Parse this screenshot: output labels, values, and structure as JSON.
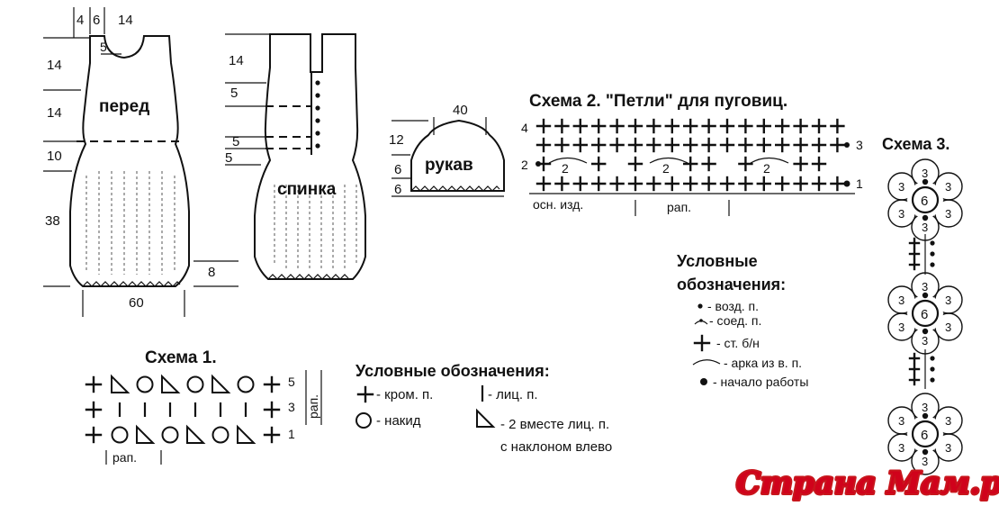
{
  "garments": {
    "front": {
      "label": "перед",
      "top_dims": [
        "4",
        "6",
        "14"
      ],
      "neck_dim": "5",
      "side_dims": [
        "14",
        "14",
        "10",
        "38"
      ],
      "bottom_width": "60",
      "hem_height": "8"
    },
    "back": {
      "label": "спинка",
      "side_dims": [
        "14",
        "5",
        "5",
        "5"
      ]
    },
    "sleeve": {
      "label": "рукав",
      "top_width": "40",
      "side_dims": [
        "12",
        "6",
        "6"
      ]
    }
  },
  "scheme1": {
    "title": "Схема 1.",
    "row_numbers": [
      "5",
      "3",
      "1"
    ],
    "repeat_vertical": "рап.",
    "repeat_horizontal": "рап."
  },
  "legend1": {
    "title": "Условные обозначения:",
    "items": [
      {
        "symbol": "plus",
        "text": "- кром. п."
      },
      {
        "symbol": "bar",
        "text": "- лиц. п."
      },
      {
        "symbol": "circle",
        "text": "- накид"
      },
      {
        "symbol": "triangle",
        "text": "- 2  вместе лиц. п."
      },
      {
        "symbol": "",
        "text": "с наклоном влево"
      }
    ]
  },
  "scheme2": {
    "title": "Схема 2. \"Петли\" для пуговиц.",
    "row_numbers": [
      "4",
      "3",
      "2",
      "1"
    ],
    "arch_label": "2",
    "base_label": "осн. изд.",
    "repeat_label": "рап."
  },
  "legend2": {
    "title_line1": "Условные",
    "title_line2": "обозначения:",
    "items": [
      {
        "symbol": "dot",
        "text": "- возд. п."
      },
      {
        "symbol": "slip",
        "text": "- соед. п."
      },
      {
        "symbol": "plus",
        "text": "- ст. б/н"
      },
      {
        "symbol": "arch",
        "text": "- арка из в. п."
      },
      {
        "symbol": "bigdot",
        "text": "- начало работы"
      }
    ]
  },
  "scheme3": {
    "title": "Схема 3.",
    "center_label": "6",
    "petal_label": "3"
  },
  "watermark": "Страна Мам.ру"
}
